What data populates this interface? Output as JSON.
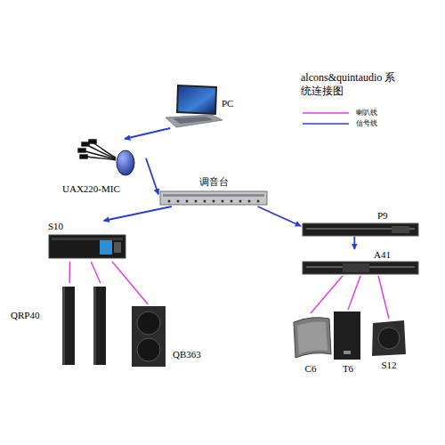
{
  "diagram": {
    "title": "alcons&quintaudio 系统连接图",
    "nodes": [
      {
        "text": [
          "PC"
        ]
      },
      {
        "text": [
          "UAX220-MIC"
        ]
      },
      {
        "text": [
          "调音台"
        ]
      },
      {
        "text": [
          "S10"
        ]
      },
      {
        "text": [
          "P9"
        ]
      },
      {
        "text": [
          "A41"
        ]
      },
      {
        "text": [
          "QRP40"
        ]
      },
      {
        "text": [
          "QB363"
        ]
      },
      {
        "text": [
          "C6"
        ]
      },
      {
        "text": [
          "T6"
        ]
      },
      {
        "text": [
          "S12"
        ]
      }
    ],
    "edges": [
      {
        "from": 0,
        "to": 1,
        "arrow": "to"
      },
      {
        "from": 1,
        "to": 2,
        "arrow": "to"
      },
      {
        "from": 2,
        "to": 3,
        "arrow": "to"
      },
      {
        "from": 2,
        "to": 4,
        "arrow": "to"
      },
      {
        "from": 4,
        "to": 5,
        "arrow": "to"
      },
      {
        "from": 3,
        "to": 6,
        "arrow": "none"
      },
      {
        "from": 3,
        "to": 6,
        "arrow": "none"
      },
      {
        "from": 3,
        "to": 7,
        "arrow": "none"
      },
      {
        "from": 5,
        "to": 8,
        "arrow": "none"
      },
      {
        "from": 5,
        "to": 9,
        "arrow": "none"
      },
      {
        "from": 5,
        "to": 10,
        "arrow": "none"
      }
    ],
    "legend": [
      {
        "text": "喇叭线"
      },
      {
        "text": "信号线"
      }
    ]
  }
}
